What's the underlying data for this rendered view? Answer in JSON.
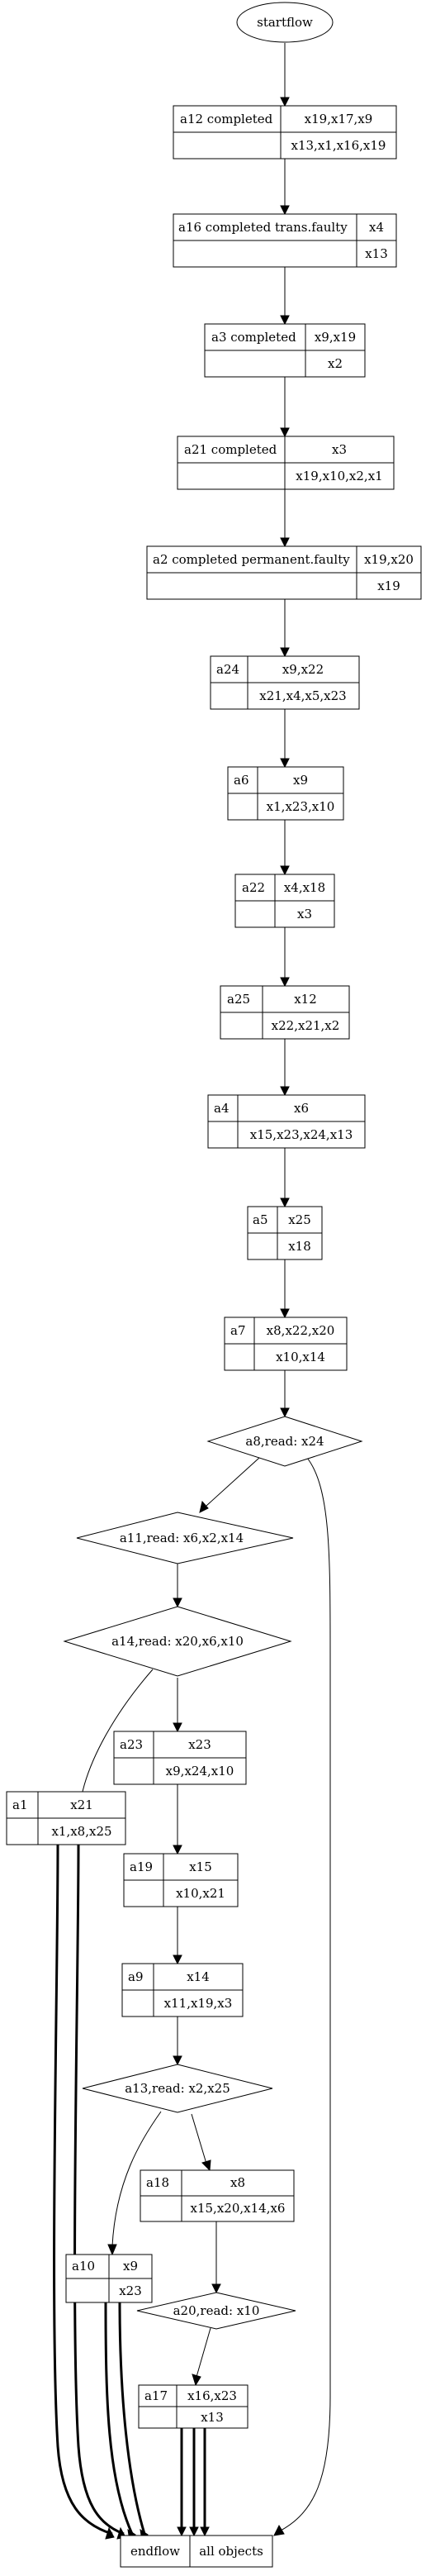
{
  "start": "startflow",
  "end": {
    "left": "endflow",
    "right": "all objects"
  },
  "tasks": [
    {
      "id": "a12",
      "label": "a12 completed",
      "top": "x19,x17,x9",
      "bottom": "x13,x1,x16,x19"
    },
    {
      "id": "a16",
      "label": "a16 completed trans.faulty",
      "top": "x4",
      "bottom": "x13"
    },
    {
      "id": "a3",
      "label": "a3 completed",
      "top": "x9,x19",
      "bottom": "x2"
    },
    {
      "id": "a21",
      "label": "a21 completed",
      "top": "x3",
      "bottom": "x19,x10,x2,x1"
    },
    {
      "id": "a2",
      "label": "a2 completed permanent.faulty",
      "top": "x19,x20",
      "bottom": "x19"
    },
    {
      "id": "a24",
      "label": "a24",
      "top": "x9,x22",
      "bottom": "x21,x4,x5,x23"
    },
    {
      "id": "a6",
      "label": "a6",
      "top": "x9",
      "bottom": "x1,x23,x10"
    },
    {
      "id": "a22",
      "label": "a22",
      "top": "x4,x18",
      "bottom": "x3"
    },
    {
      "id": "a25",
      "label": "a25",
      "top": "x12",
      "bottom": "x22,x21,x2"
    },
    {
      "id": "a4",
      "label": "a4",
      "top": "x6",
      "bottom": "x15,x23,x24,x13"
    },
    {
      "id": "a5",
      "label": "a5",
      "top": "x25",
      "bottom": "x18"
    },
    {
      "id": "a7",
      "label": "a7",
      "top": "x8,x22,x20",
      "bottom": "x10,x14"
    },
    {
      "id": "a23",
      "label": "a23",
      "top": "x23",
      "bottom": "x9,x24,x10"
    },
    {
      "id": "a1",
      "label": "a1",
      "top": "x21",
      "bottom": "x1,x8,x25"
    },
    {
      "id": "a19",
      "label": "a19",
      "top": "x15",
      "bottom": "x10,x21"
    },
    {
      "id": "a9",
      "label": "a9",
      "top": "x14",
      "bottom": "x11,x19,x3"
    },
    {
      "id": "a18",
      "label": "a18",
      "top": "x8",
      "bottom": "x15,x20,x14,x6"
    },
    {
      "id": "a10",
      "label": "a10",
      "top": "x9",
      "bottom": "x23"
    },
    {
      "id": "a17",
      "label": "a17",
      "top": "x16,x23",
      "bottom": "x13"
    }
  ],
  "decisions": [
    {
      "id": "a8",
      "label": "a8,read: x24"
    },
    {
      "id": "a11",
      "label": "a11,read: x6,x2,x14"
    },
    {
      "id": "a14",
      "label": "a14,read: x20,x6,x10"
    },
    {
      "id": "a13",
      "label": "a13,read: x2,x25"
    },
    {
      "id": "a20",
      "label": "a20,read: x10"
    }
  ]
}
